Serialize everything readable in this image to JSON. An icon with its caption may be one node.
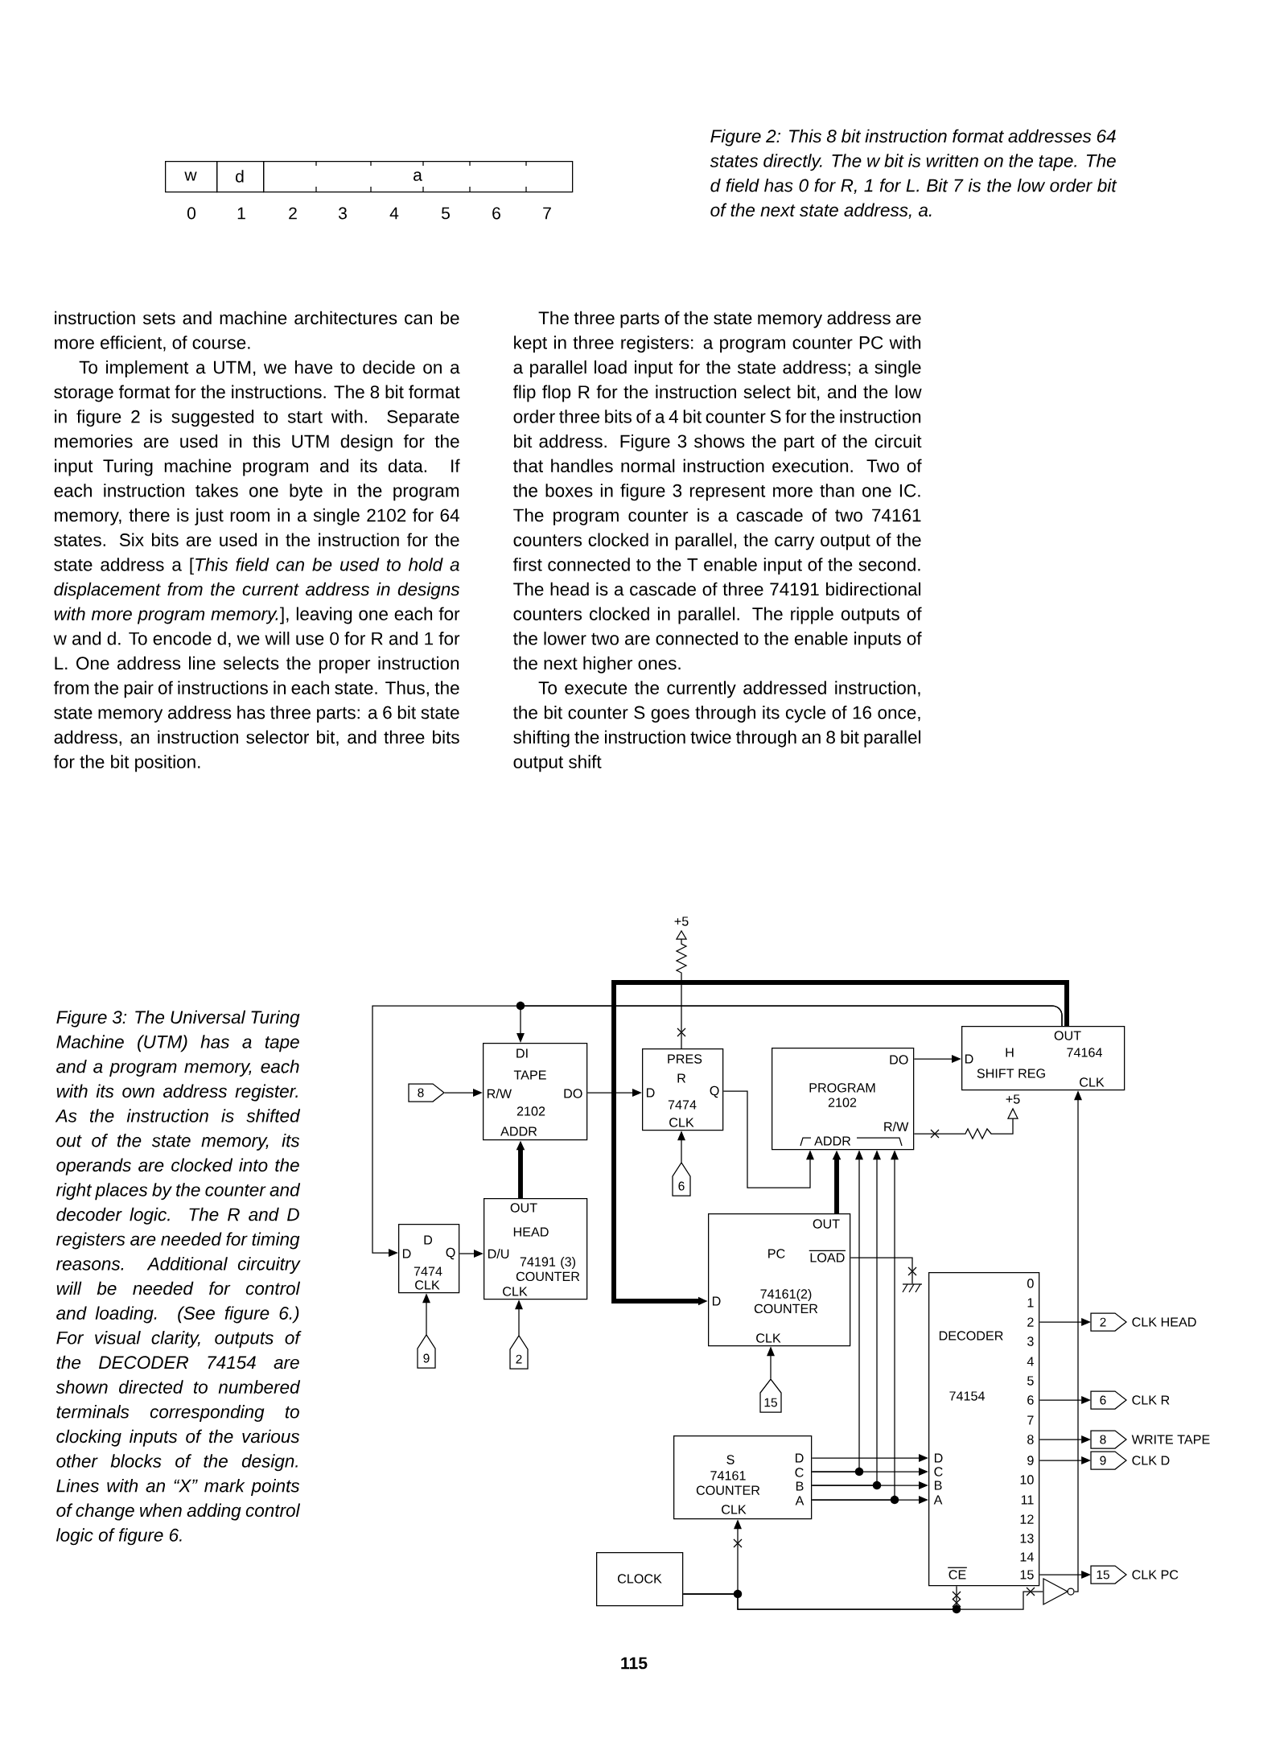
{
  "diagram": {
    "caption": "Figure 3: The Universal Turing Machine (UTM) has a tape and a program memory, each with its own address register. As the instruction is shifted out of the state memory, its operands are clocked into the right places by the counter and decoder logic. The R and D registers are needed for timing reasons. Additional circuitry will be needed for control and loading. (See figure 6.) For visual clarity, outputs of the DECODER 74154 are shown directed to numbered terminals corresponding to clocking inputs of the various other blocks of the design. Lines with an “X” mark points of change when adding control logic of figure 6.",
    "nodes": [
      {
        "text": [
          "w"
        ]
      },
      {
        "text": [
          "d"
        ]
      },
      {
        "text": [
          "a"
        ]
      },
      {
        "text": [
          "+5"
        ]
      },
      {
        "text": [
          "DI",
          "TAPE",
          "R/W",
          "DO",
          "2102",
          "ADDR"
        ]
      },
      {
        "text": [
          "PRES",
          "R",
          "D",
          "Q",
          "7474",
          "CLK"
        ]
      },
      {
        "text": [
          "DO",
          "PROGRAM 2102",
          "R/W",
          "ADDR"
        ]
      },
      {
        "text": [
          "OUT",
          "H",
          "74164",
          "D",
          "SHIFT REG",
          "CLK"
        ]
      },
      {
        "text": [
          "+5"
        ]
      },
      {
        "text": [
          "8"
        ]
      },
      {
        "text": [
          "6"
        ]
      },
      {
        "text": [
          "D",
          "D",
          "Q",
          "7474",
          "CLK"
        ]
      },
      {
        "text": [
          "OUT",
          "HEAD",
          "D/U",
          "74191 (3) COUNTER",
          "CLK"
        ]
      },
      {
        "text": [
          "OUT",
          "PC",
          "LOAD",
          "D",
          "74161(2) COUNTER",
          "CLK"
        ]
      },
      {
        "text": [],
        "shape": "ground"
      },
      {
        "text": [
          "DECODER",
          "74154",
          "0",
          "1",
          "2",
          "3",
          "4",
          "5",
          "6",
          "7",
          "8",
          "9",
          "10",
          "11",
          "12",
          "13",
          "14",
          "15",
          "D",
          "C",
          "B",
          "A",
          "CE"
        ]
      },
      {
        "text": [
          "9"
        ]
      },
      {
        "text": [
          "2"
        ]
      },
      {
        "text": [
          "15"
        ]
      },
      {
        "text": [
          "2"
        ],
        "beside": [
          "CLK HEAD"
        ]
      },
      {
        "text": [
          "6"
        ],
        "beside": [
          "CLK R"
        ]
      },
      {
        "text": [
          "8"
        ],
        "beside": [
          "WRITE TAPE"
        ]
      },
      {
        "text": [
          "9"
        ],
        "beside": [
          "CLK D"
        ]
      },
      {
        "text": [
          "S",
          "74161 COUNTER",
          "CLK",
          "D",
          "C",
          "B",
          "A"
        ]
      },
      {
        "text": [
          "15"
        ],
        "beside": [
          "CLK PC"
        ]
      },
      {
        "text": [
          "CLOCK"
        ]
      },
      {
        "text": [],
        "shape": "triangle"
      }
    ],
    "edges": [
      {
        "from": 9,
        "to": 4,
        "arrow": "to"
      },
      {
        "from": 4,
        "to": 5,
        "arrow": "to"
      },
      {
        "from": 5,
        "to": 6,
        "arrow": "to"
      },
      {
        "from": 6,
        "to": 7,
        "arrow": "to"
      },
      {
        "from": 7,
        "to": 4,
        "arrow": "to"
      },
      {
        "from": 7,
        "to": 11,
        "arrow": "to"
      },
      {
        "from": 7,
        "to": 13,
        "arrow": "to",
        "style": "thick"
      },
      {
        "from": 11,
        "to": 12,
        "arrow": "to"
      },
      {
        "from": 12,
        "to": 4,
        "arrow": "to",
        "style": "thick"
      },
      {
        "from": 13,
        "to": 6,
        "arrow": "to",
        "style": "thick"
      },
      {
        "from": 10,
        "to": 5,
        "arrow": "to"
      },
      {
        "from": 16,
        "to": 11,
        "arrow": "to"
      },
      {
        "from": 17,
        "to": 12,
        "arrow": "to"
      },
      {
        "from": 18,
        "to": 13,
        "arrow": "to"
      },
      {
        "from": 3,
        "to": 5,
        "arrow": "none"
      },
      {
        "from": 6,
        "to": 8,
        "arrow": "none"
      },
      {
        "from": 13,
        "to": 14,
        "arrow": "none"
      },
      {
        "from": 23,
        "to": 6,
        "arrow": "to"
      },
      {
        "from": 23,
        "to": 6,
        "arrow": "to"
      },
      {
        "from": 23,
        "to": 6,
        "arrow": "to"
      },
      {
        "from": 23,
        "to": 15,
        "arrow": "to"
      },
      {
        "from": 23,
        "to": 15,
        "arrow": "to"
      },
      {
        "from": 23,
        "to": 15,
        "arrow": "to"
      },
      {
        "from": 23,
        "to": 15,
        "arrow": "to"
      },
      {
        "from": 15,
        "to": 19,
        "arrow": "to"
      },
      {
        "from": 15,
        "to": 20,
        "arrow": "to"
      },
      {
        "from": 15,
        "to": 21,
        "arrow": "to"
      },
      {
        "from": 15,
        "to": 22,
        "arrow": "to"
      },
      {
        "from": 15,
        "to": 24,
        "arrow": "to"
      },
      {
        "from": 25,
        "to": 23,
        "arrow": "to"
      },
      {
        "from": 25,
        "to": 15,
        "arrow": "none"
      },
      {
        "from": 25,
        "to": 26,
        "arrow": "none"
      },
      {
        "from": 26,
        "to": 7,
        "arrow": "to"
      }
    ],
    "labels": [
      "Figure 2: This 8 bit instruction format addresses 64 states directly. The w bit is written on the tape. The d field has 0 for R, 1 for L. Bit 7 is the low order bit of the next state address, a.",
      "0",
      "1",
      "2",
      "3",
      "4",
      "5",
      "6",
      "7",
      "instruction sets and machine architectures can be more efficient, of course.",
      "To implement a UTM, we have to decide on a storage format for the instructions. The 8 bit format in figure 2 is suggested to start with. Separate memories are used in this UTM design for the input Turing machine program and its data. If each instruction takes one byte in the program memory, there is just room in a single 2102 for 64 states. Six bits are used in the instruction for the state address a [*This field can be used to hold a displacement from the current address in designs with more program memory.*], leaving one each for w and d. To encode d, we will use 0 for R and 1 for L. One address line selects the proper instruction from the pair of instructions in each state. Thus, the state memory address has three parts: a 6 bit state address, an instruction selector bit, and three bits for the bit position.",
      "The three parts of the state memory address are kept in three registers: a program counter PC with a parallel load input for the state address; a single flip flop R for the instruction select bit, and the low order three bits of a 4 bit counter S for the instruction bit address. Figure 3 shows the part of the circuit that handles normal instruction execution. Two of the boxes in figure 3 represent more than one IC. The program counter is a cascade of two 74161 counters clocked in parallel, the carry output of the first connected to the T enable input of the second. The head is a cascade of three 74191 bidirectional counters clocked in parallel. The ripple outputs of the lower two are connected to the enable inputs of the next higher ones.",
      "To execute the currently addressed instruction, the bit counter S goes through its cycle of 16 once, shifting the instruction twice through an 8 bit parallel output shift",
      "115"
    ]
  }
}
